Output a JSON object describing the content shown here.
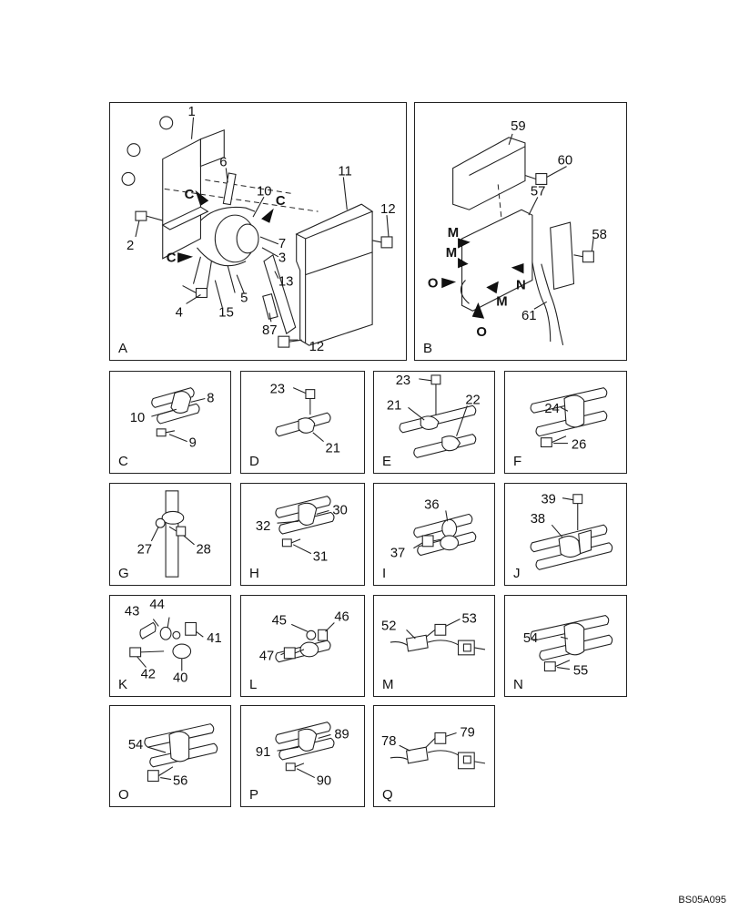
{
  "panels": [
    {
      "label": "A",
      "callouts": [
        "1",
        "6",
        "11",
        "10",
        "C",
        "C",
        "12",
        "2",
        "7",
        "C",
        "3",
        "13",
        "5",
        "15",
        "4",
        "87",
        "12"
      ]
    },
    {
      "label": "B",
      "callouts": [
        "59",
        "60",
        "57",
        "M",
        "M",
        "58",
        "O",
        "N",
        "M",
        "O",
        "61"
      ]
    },
    {
      "label": "C",
      "callouts": [
        "8",
        "10",
        "9"
      ]
    },
    {
      "label": "D",
      "callouts": [
        "23",
        "21"
      ]
    },
    {
      "label": "E",
      "callouts": [
        "23",
        "21",
        "22"
      ]
    },
    {
      "label": "F",
      "callouts": [
        "24",
        "26"
      ]
    },
    {
      "label": "G",
      "callouts": [
        "27",
        "28"
      ]
    },
    {
      "label": "H",
      "callouts": [
        "30",
        "32",
        "31"
      ]
    },
    {
      "label": "I",
      "callouts": [
        "36",
        "37"
      ]
    },
    {
      "label": "J",
      "callouts": [
        "39",
        "38"
      ]
    },
    {
      "label": "K",
      "callouts": [
        "43",
        "44",
        "41",
        "42",
        "40"
      ]
    },
    {
      "label": "L",
      "callouts": [
        "45",
        "46",
        "47"
      ]
    },
    {
      "label": "M",
      "callouts": [
        "52",
        "53"
      ]
    },
    {
      "label": "N",
      "callouts": [
        "54",
        "55"
      ]
    },
    {
      "label": "O",
      "callouts": [
        "54",
        "56"
      ]
    },
    {
      "label": "P",
      "callouts": [
        "89",
        "91",
        "90"
      ]
    },
    {
      "label": "Q",
      "callouts": [
        "78",
        "79"
      ]
    }
  ],
  "footer_code": "BS05A095"
}
